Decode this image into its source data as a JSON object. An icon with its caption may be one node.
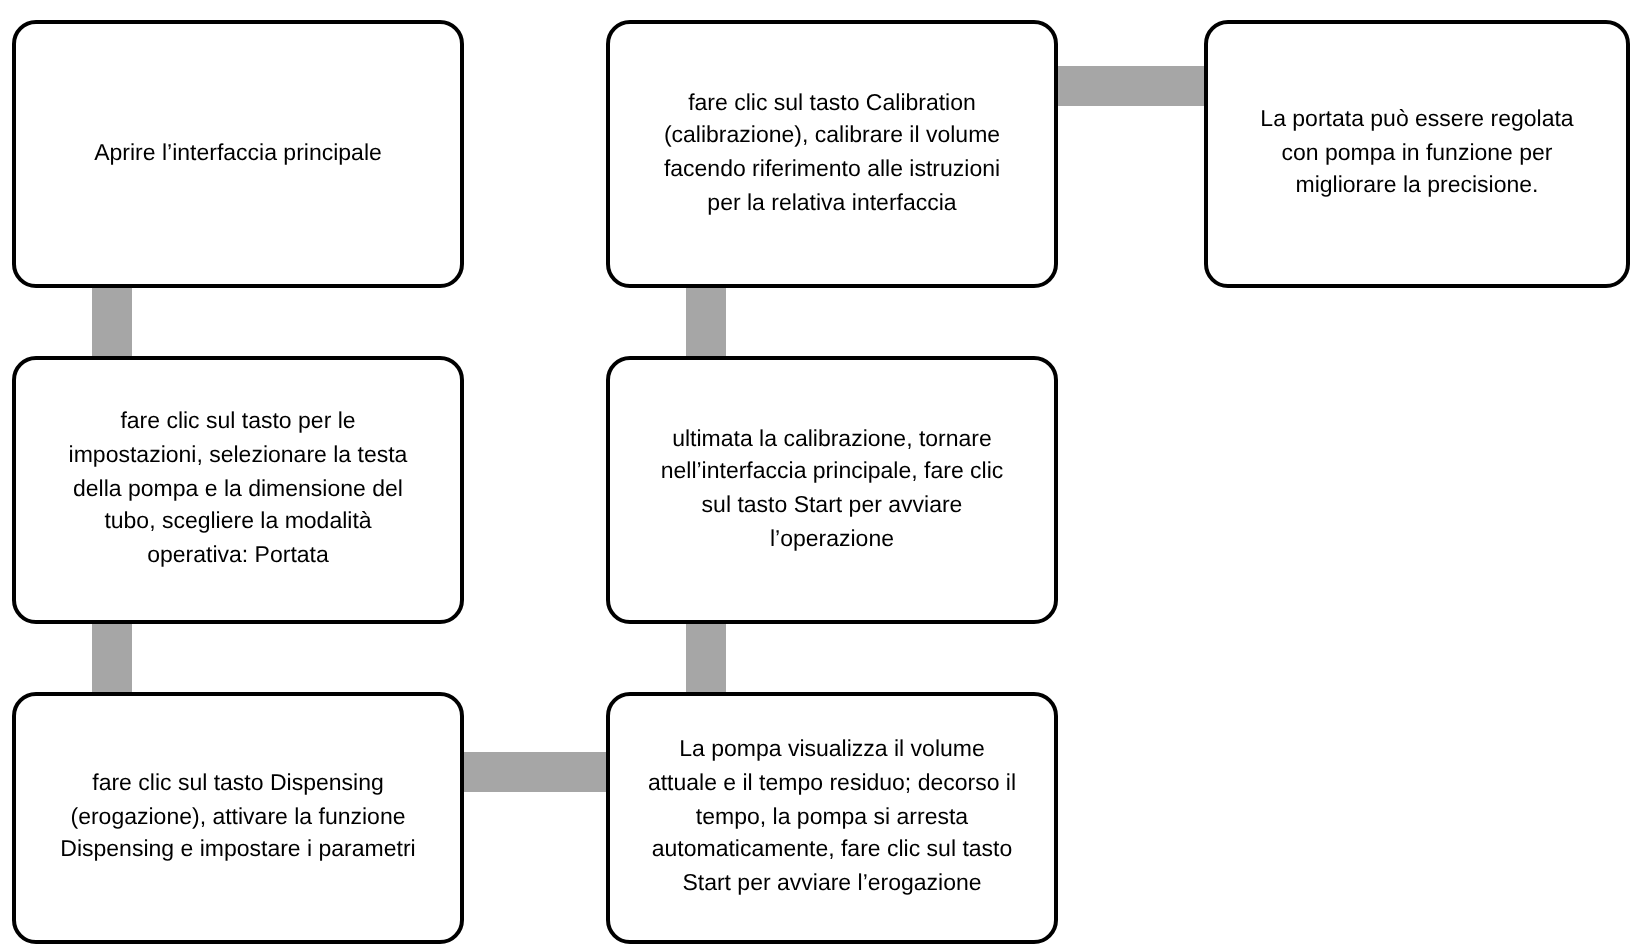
{
  "diagram": {
    "nodes": [
      {
        "text": [
          "Aprire l’interfaccia principale"
        ]
      },
      {
        "text": [
          "fare clic sul tasto per le impostazioni, selezionare la testa della pompa e la dimensione del tubo, scegliere la modalità operativa: Portata"
        ]
      },
      {
        "text": [
          "fare clic sul tasto Dispensing (erogazione), attivare la funzione Dispensing e impostare i parametri"
        ]
      },
      {
        "text": [
          "La pompa visualizza il volume attuale e il tempo residuo; decorso il tempo, la pompa si arresta automaticamente, fare clic sul tasto Start per avviare l’erogazione"
        ]
      },
      {
        "text": [
          "ultimata la calibrazione, tornare nell’interfaccia principale, fare clic sul tasto Start per avviare l’operazione"
        ]
      },
      {
        "text": [
          "fare clic sul tasto Calibration (calibrazione), calibrare il volume facendo riferimento alle istruzioni per la relativa interfaccia"
        ]
      },
      {
        "text": [
          "La portata può essere regolata con pompa in funzione per migliorare la precisione."
        ]
      }
    ],
    "edges": [
      {
        "from": 0,
        "to": 1,
        "arrow": "none"
      },
      {
        "from": 1,
        "to": 2,
        "arrow": "none"
      },
      {
        "from": 2,
        "to": 3,
        "arrow": "none"
      },
      {
        "from": 3,
        "to": 4,
        "arrow": "none"
      },
      {
        "from": 4,
        "to": 5,
        "arrow": "none"
      },
      {
        "from": 5,
        "to": 6,
        "arrow": "none"
      }
    ]
  }
}
